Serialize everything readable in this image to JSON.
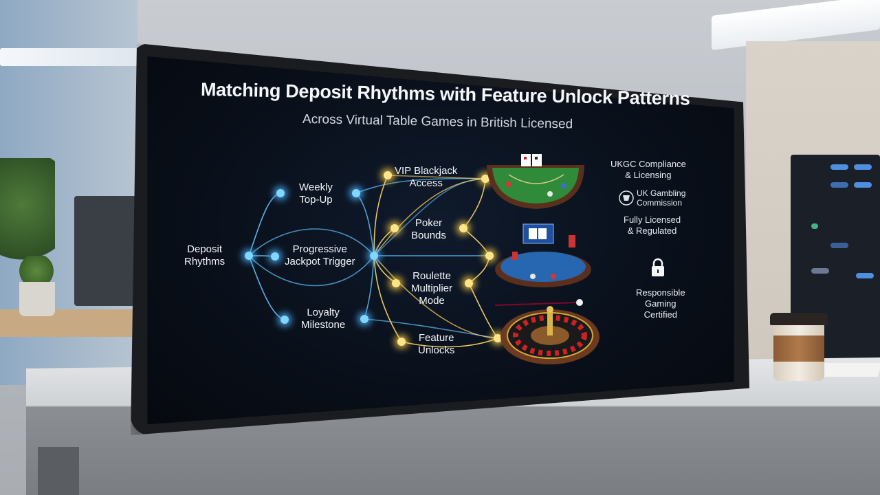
{
  "screen": {
    "title": "Matching Deposit Rhythms with Feature Unlock Patterns",
    "subtitle": "Across Virtual Table Games in British Licensed"
  },
  "diagram": {
    "source_node": {
      "line1": "Deposit",
      "line2": "Rhythms"
    },
    "triggers": [
      {
        "line1": "Weekly",
        "line2": "Top-Up"
      },
      {
        "line1": "Progressive",
        "line2": "Jackpot Trigger"
      },
      {
        "line1": "Loyalty",
        "line2": "Milestone"
      }
    ],
    "features": [
      {
        "line1": "VIP Blackjack",
        "line2": "Access"
      },
      {
        "line1": "Poker",
        "line2": "Bounds"
      },
      {
        "line1": "Roulette",
        "line2": "Multiplier",
        "line3": "Mode"
      },
      {
        "line1": "Feature",
        "line2": "Unlocks"
      }
    ]
  },
  "sidebar": {
    "compliance": {
      "line1": "UKGC Compliance",
      "line2": "& Licensing"
    },
    "commission": {
      "line1": "UK Gambling",
      "line2": "Commission"
    },
    "licensed": {
      "line1": "Fully Licensed",
      "line2": "& Regulated"
    },
    "responsible": {
      "line1": "Responsible",
      "line2": "Gaming",
      "line3": "Certified"
    }
  },
  "colors": {
    "blue_glow": "#7fd7ff",
    "yellow_glow": "#ffe58a",
    "screen_bg": "#080d16"
  },
  "icons": [
    "lock-icon",
    "crest-icon"
  ]
}
